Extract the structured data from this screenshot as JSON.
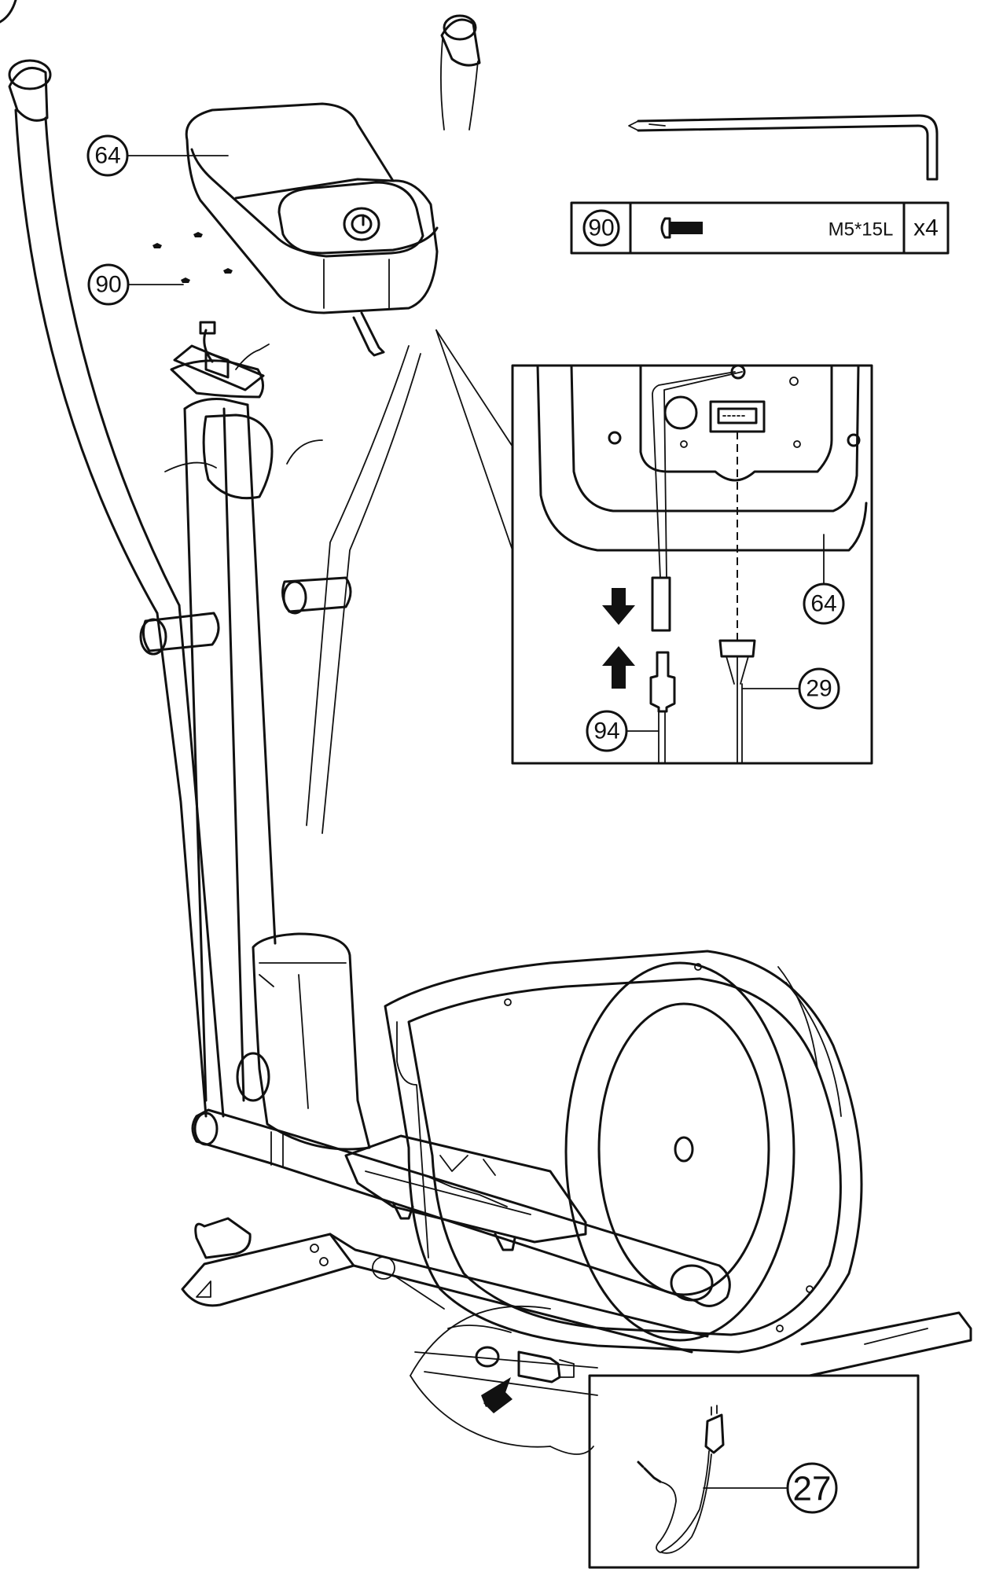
{
  "part_labels": {
    "console": "64",
    "screws": "90",
    "inset_console": "64",
    "inset_cable": "29",
    "inset_plug": "94",
    "adapter": "27"
  },
  "hardware_table": {
    "part_number": "90",
    "spec": "M5*15L",
    "quantity": "x4"
  }
}
